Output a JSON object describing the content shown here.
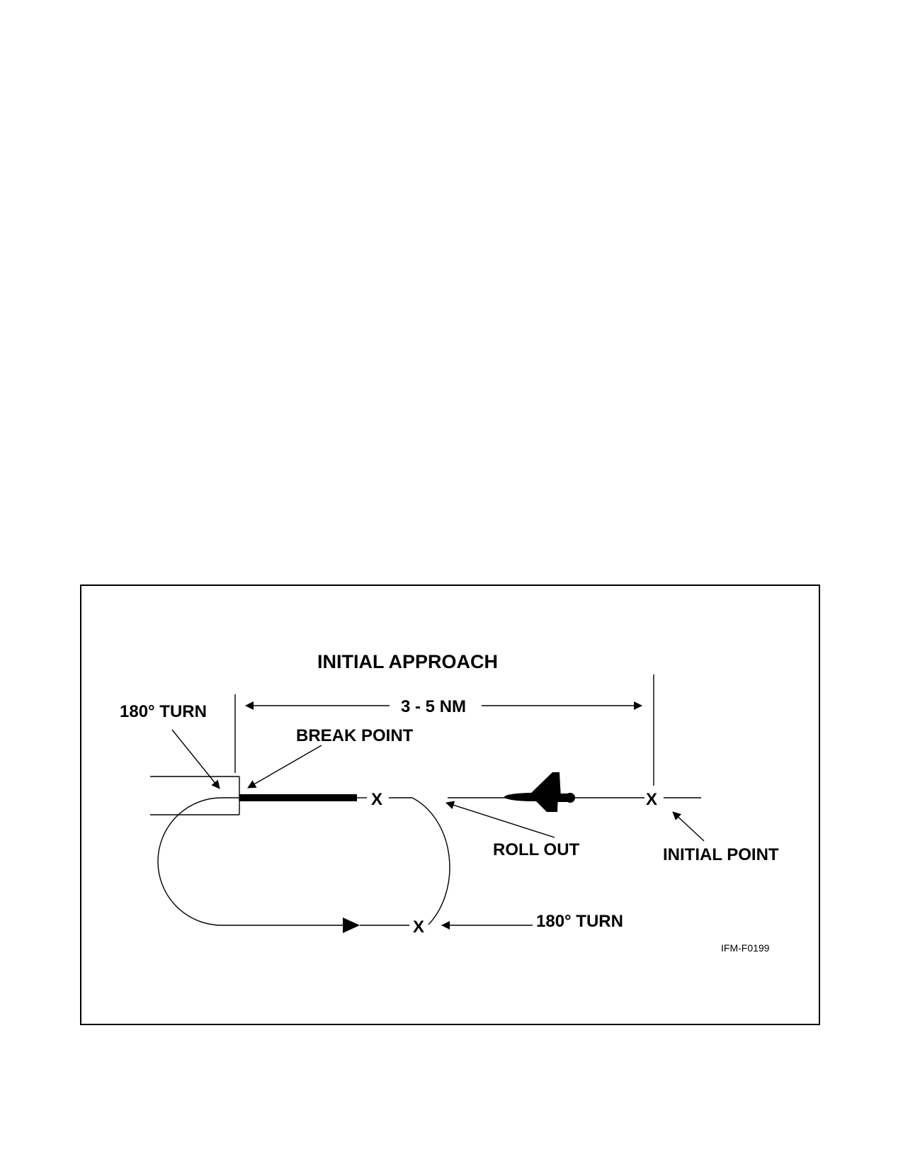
{
  "figure": {
    "title": "INITIAL APPROACH",
    "distance_label": "3 - 5 NM",
    "labels": {
      "turn_top": "180° TURN",
      "break_point": "BREAK POINT",
      "roll_out": "ROLL OUT",
      "initial_point": "INITIAL POINT",
      "turn_bottom": "180° TURN"
    },
    "markers": {
      "roll_out_marker": "X",
      "initial_point_marker": "X",
      "turn_bottom_marker": "X"
    },
    "figure_code": "IFM-F0199"
  }
}
